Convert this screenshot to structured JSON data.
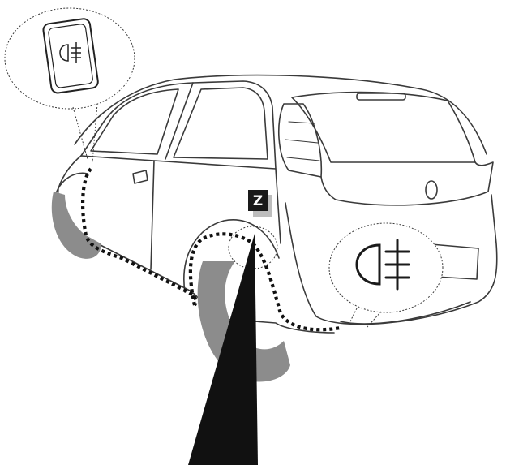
{
  "diagram": {
    "marker_label": "Z",
    "icons": {
      "switch_icon": "rear-fog-light-symbol",
      "callout_icon": "rear-fog-light-symbol"
    },
    "colors": {
      "line": "#3a3a3a",
      "tire": "#8c8c8c",
      "marker_bg": "#1a1a1a",
      "marker_shadow": "#bdbdbd",
      "beam": "#111111"
    }
  }
}
